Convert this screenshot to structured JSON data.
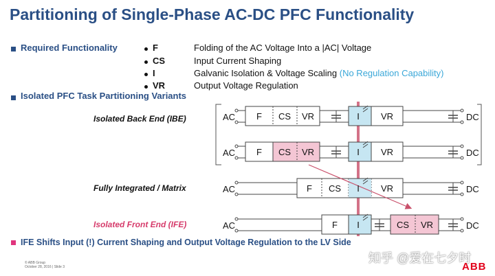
{
  "title": "Partitioning of Single-Phase AC-DC PFC Functionality",
  "required": {
    "heading": "Required Functionality",
    "items": [
      {
        "code": "F",
        "desc": "Folding of the AC Voltage Into a |AC| Voltage",
        "note": ""
      },
      {
        "code": "CS",
        "desc": "Input Current Shaping",
        "note": ""
      },
      {
        "code": "I",
        "desc": "Galvanic Isolation & Voltage Scaling ",
        "note": "(No Regulation Capability)"
      },
      {
        "code": "VR",
        "desc": "Output Voltage Regulation",
        "note": ""
      }
    ]
  },
  "variants_heading": "Isolated PFC Task Partitioning Variants",
  "variants": {
    "ibe": "Isolated Back End (IBE)",
    "fim": "Fully Integrated / Matrix",
    "ife": "Isolated Front End (IFE)"
  },
  "diagram": {
    "ac": "AC",
    "dc": "DC",
    "f": "F",
    "cs": "CS",
    "vr": "VR",
    "i": "I"
  },
  "footer_note": "IFE Shifts Input (!) Current Shaping and Output Voltage Regulation to the LV Side",
  "footer_small": {
    "company": "© ABB Group",
    "date": "October 28, 2016 | Slide 3"
  },
  "logo": "ABB",
  "watermark": "知乎 @爱在七夕时",
  "colors": {
    "title": "#2a4f85",
    "pink": "#f4c6d4",
    "blue": "#c6e6f2",
    "red_line": "#c9506b",
    "highlight": "#3aa7d8"
  }
}
